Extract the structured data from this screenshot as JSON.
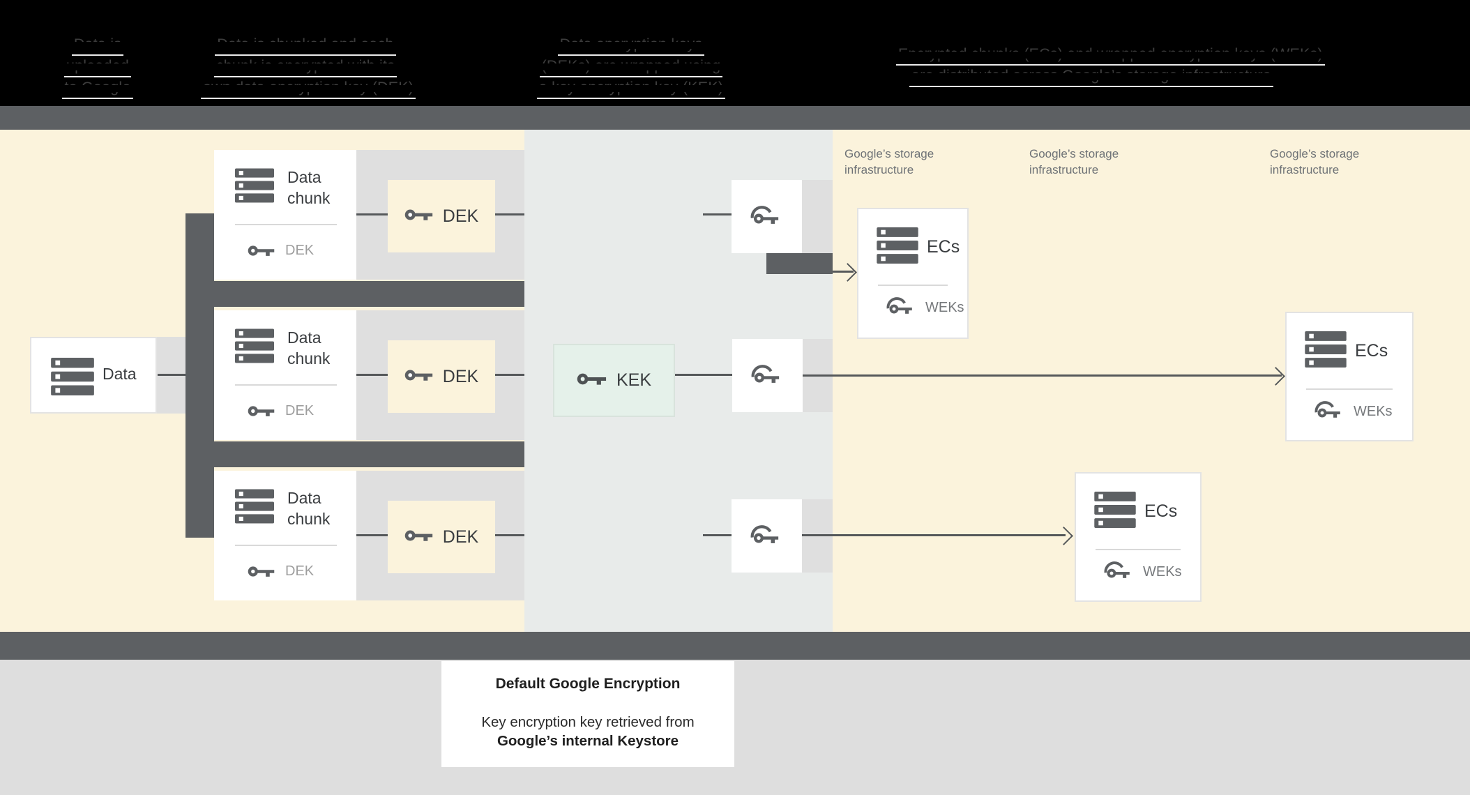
{
  "header": {
    "columns": [
      {
        "lines": [
          "Data is",
          "uploaded",
          "to Google"
        ]
      },
      {
        "lines": [
          "Data is chunked and each",
          "chunk is encrypted with its",
          "own data encryption key (DEK)"
        ]
      },
      {
        "lines": [
          "Data encryption keys",
          "(DEKs) are wrapped using",
          "a key encryption key (KEK)"
        ]
      },
      {
        "lines": [
          "Encrypted chunks (ECs) and wrapped encryption keys (WEKs)",
          "are distributed across Google’s storage infrastructure"
        ]
      }
    ]
  },
  "diagram": {
    "data_box": {
      "label": "Data"
    },
    "chunk_rows": [
      {
        "title": "Data chunk",
        "key_label": "DEK"
      },
      {
        "title": "Data chunk",
        "key_label": "DEK"
      },
      {
        "title": "Data chunk",
        "key_label": "DEK"
      }
    ],
    "dek_boxes": [
      {
        "label": "DEK"
      },
      {
        "label": "DEK"
      },
      {
        "label": "DEK"
      }
    ],
    "kek": {
      "label": "KEK"
    },
    "storage_labels": [
      "Google’s storage infrastructure",
      "Google’s storage infrastructure",
      "Google’s storage infrastructure"
    ],
    "ec_boxes": [
      {
        "title": "ECs",
        "key_label": "WEKs"
      },
      {
        "title": "ECs",
        "key_label": "WEKs"
      },
      {
        "title": "ECs",
        "key_label": "WEKs"
      }
    ]
  },
  "caption": {
    "title": "Default Google Encryption",
    "line1": "Key encryption key retrieved from",
    "line2": "Google’s internal Keystore"
  },
  "colors": {
    "cream": "#FBF3DC",
    "middle_zone": "#E8EBEA",
    "dark_gray": "#5D6063",
    "band_gray": "#DFDFDF",
    "kek_mint": "#E5F1EA",
    "bottom_gray": "#DEDEDE",
    "line": "#55585A",
    "muted_text": "#9E9E9E"
  }
}
